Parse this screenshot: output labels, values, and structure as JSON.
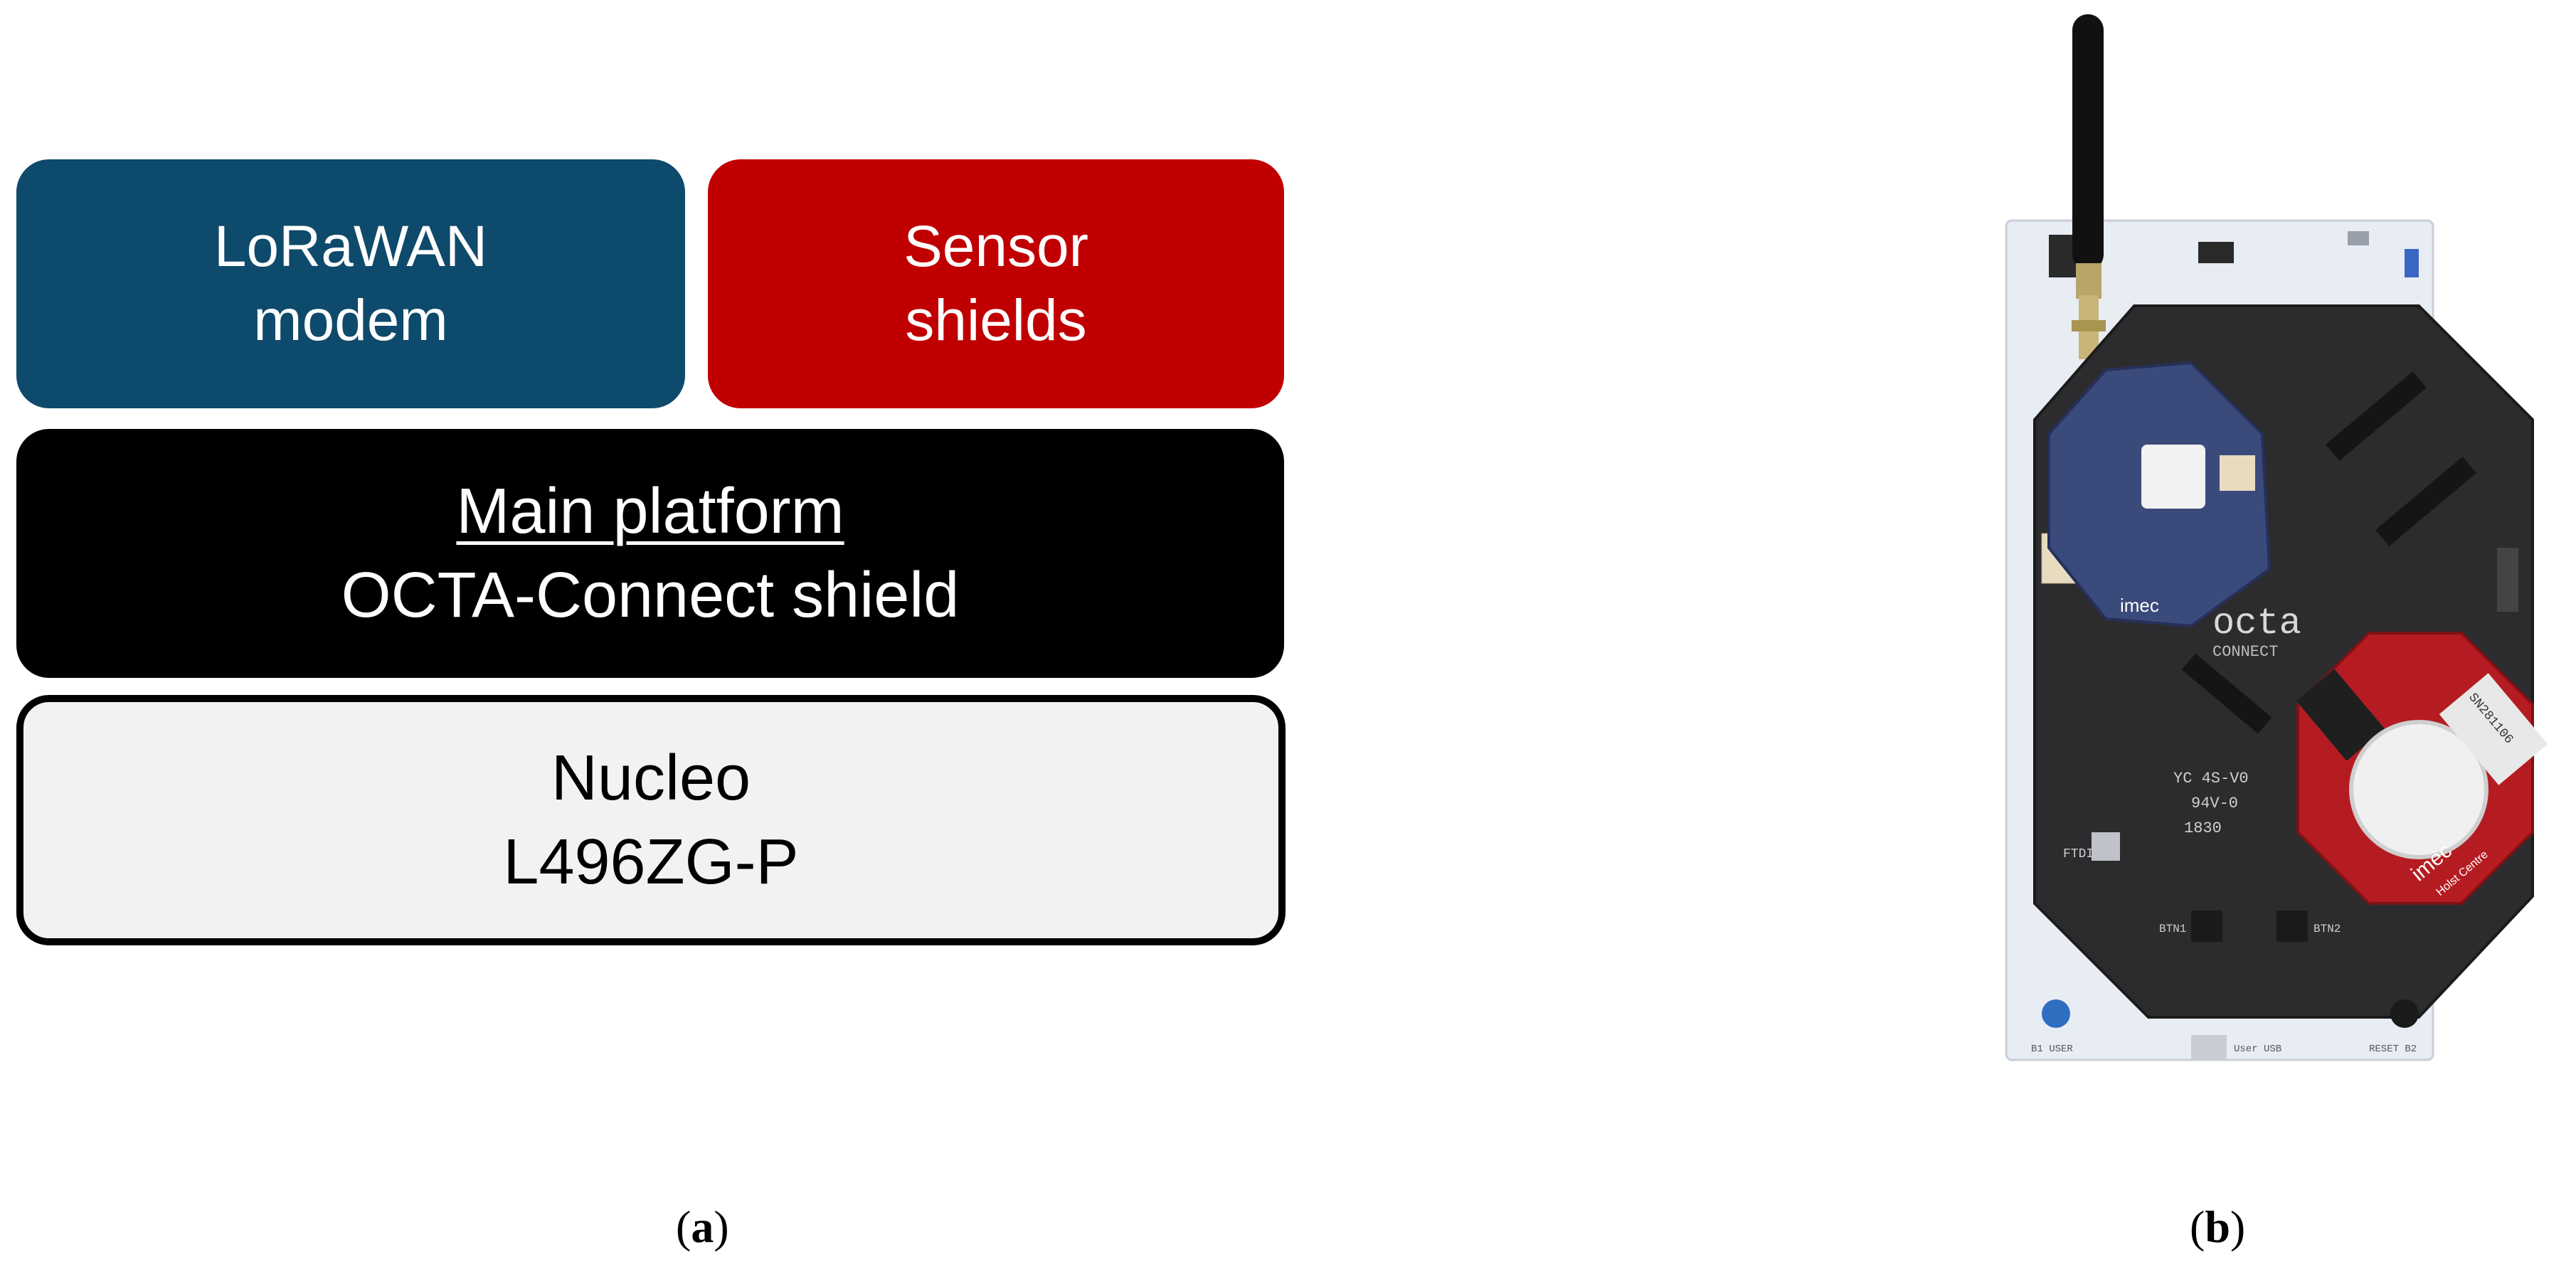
{
  "colors": {
    "modem": "#0e4a6b",
    "sensor": "#c00000",
    "main": "#000000",
    "nucleo": "#f2f2f2"
  },
  "diagram": {
    "modem": {
      "line1": "LoRaWAN",
      "line2": "modem"
    },
    "sensor": {
      "line1": "Sensor",
      "line2": "shields"
    },
    "main": {
      "line1": "Main platform",
      "line2": "OCTA-Connect shield"
    },
    "nucleo": {
      "line1": "Nucleo",
      "line2": "L496ZG-P"
    }
  },
  "captions": {
    "a": {
      "open": "(",
      "letter": "a",
      "close": ")"
    },
    "b": {
      "open": "(",
      "letter": "b",
      "close": ")"
    }
  },
  "photo": {
    "silkscreen": {
      "logo_top": "octa",
      "logo_bottom": "CONNECT",
      "board_code": "YC 4S-V0",
      "rating": "94V-0",
      "date_code": "1830",
      "radio_brand": "imec",
      "sensor_serial": "SN281106",
      "sensor_brand": "imec",
      "sensor_sub": "Holst Centre",
      "btn1": "BTN1",
      "btn2": "BTN2",
      "ftdi": "FTDI",
      "user": "B1 USER",
      "user_usb": "User USB",
      "reset": "RESET B2"
    }
  }
}
